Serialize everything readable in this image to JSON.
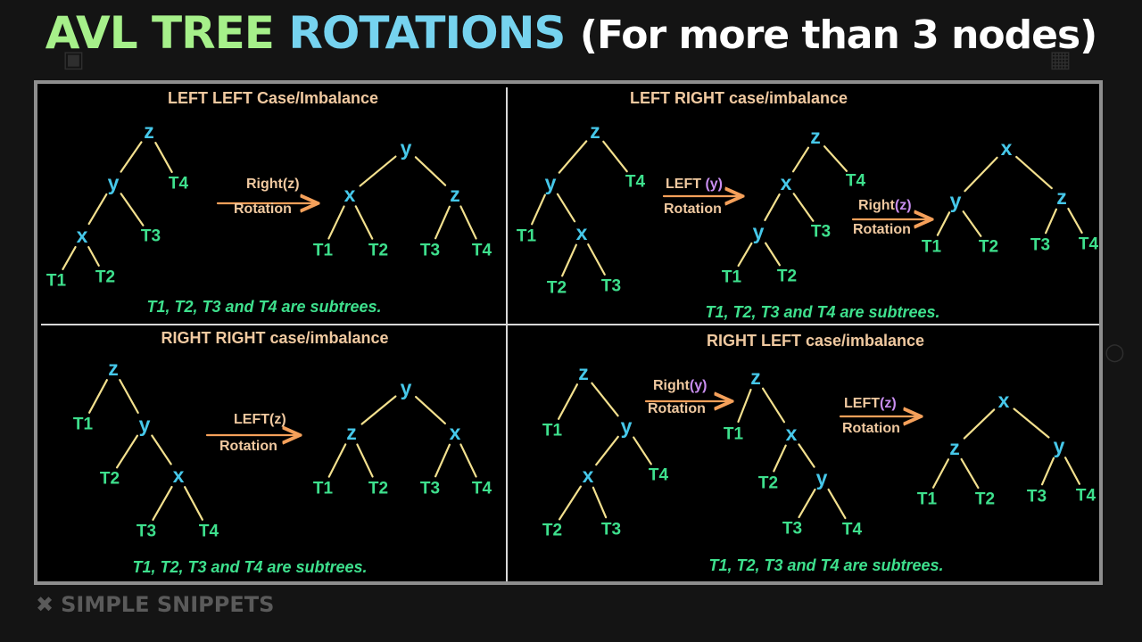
{
  "title": {
    "part1": "AVL TREE",
    "part2": "ROTATIONS",
    "part3": "(For more than 3 nodes)"
  },
  "colors": {
    "node": "#46c8ea",
    "subtree": "#3ee08d",
    "edge": "#f3e08e",
    "arrow": "#f5a05a",
    "heading": "#f0c9a0",
    "rotationNode": "#c98ef0"
  },
  "quadrants": [
    {
      "title": "LEFT LEFT Case/Imbalance",
      "note": "T1, T2, T3 and T4 are subtrees.",
      "rotations": [
        {
          "op": "Right",
          "node": "(z)",
          "label": "Rotation"
        }
      ],
      "before": [
        "z",
        "y",
        "T4",
        "x",
        "T3",
        "T1",
        "T2"
      ],
      "after": [
        "y",
        "x",
        "z",
        "T1",
        "T2",
        "T3",
        "T4"
      ]
    },
    {
      "title": "LEFT RIGHT case/imbalance",
      "note": "T1, T2, T3 and T4 are subtrees.",
      "rotations": [
        {
          "op": "LEFT",
          "node": "(y)",
          "label": "Rotation"
        },
        {
          "op": "Right",
          "node": "(z)",
          "label": "Rotation"
        }
      ],
      "before": [
        "z",
        "y",
        "T4",
        "T1",
        "x",
        "T2",
        "T3"
      ],
      "middle": [
        "z",
        "x",
        "T4",
        "y",
        "T3",
        "T1",
        "T2"
      ],
      "after": [
        "x",
        "y",
        "z",
        "T1",
        "T2",
        "T3",
        "T4"
      ]
    },
    {
      "title": "RIGHT RIGHT case/imbalance",
      "note": "T1, T2, T3 and T4 are subtrees.",
      "rotations": [
        {
          "op": "LEFT",
          "node": "(z)",
          "label": "Rotation"
        }
      ],
      "before": [
        "z",
        "T1",
        "y",
        "T2",
        "x",
        "T3",
        "T4"
      ],
      "after": [
        "y",
        "z",
        "x",
        "T1",
        "T2",
        "T3",
        "T4"
      ]
    },
    {
      "title": "RIGHT LEFT case/imbalance",
      "note": "T1, T2, T3 and T4 are subtrees.",
      "rotations": [
        {
          "op": "Right",
          "node": "(y)",
          "label": "Rotation"
        },
        {
          "op": "LEFT",
          "node": "(z)",
          "label": "Rotation"
        }
      ],
      "before": [
        "z",
        "T1",
        "y",
        "x",
        "T4",
        "T2",
        "T3"
      ],
      "middle": [
        "z",
        "T1",
        "x",
        "T2",
        "y",
        "T3",
        "T4"
      ],
      "after": [
        "x",
        "z",
        "y",
        "T1",
        "T2",
        "T3",
        "T4"
      ]
    }
  ],
  "branding": {
    "logo_text": "SIMPLE SNIPPETS"
  }
}
